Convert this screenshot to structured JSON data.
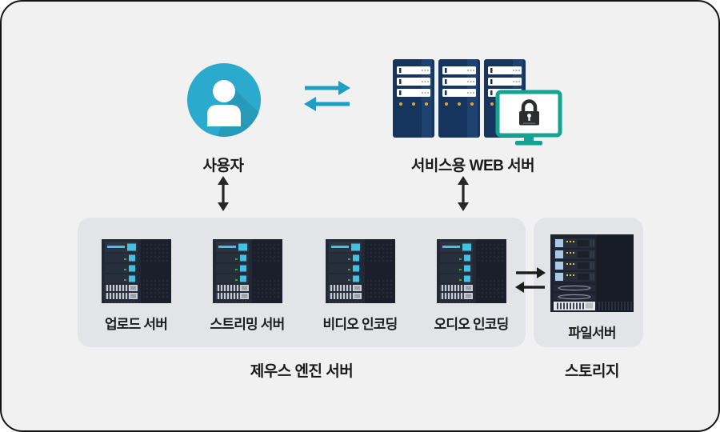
{
  "diagram": {
    "user": {
      "label": "사용자"
    },
    "web": {
      "label": "서비스용 WEB 서버"
    },
    "zeus": {
      "label": "제우스 엔진 서버",
      "servers": [
        {
          "label": "업로드 서버"
        },
        {
          "label": "스트리밍 서버"
        },
        {
          "label": "비디오 인코딩"
        },
        {
          "label": "오디오 인코딩"
        }
      ]
    },
    "storage": {
      "label": "스토리지",
      "file_server": {
        "label": "파일서버"
      }
    }
  },
  "colors": {
    "background": "#f1f1f2",
    "frame_border": "#141414",
    "group_box": "#e3e4e7",
    "accent_teal": "#2baacd",
    "teal_arrow": "#1f9ec4",
    "server_navy": "#16355e",
    "server_navy_light": "#1e4170",
    "rack_dark": "#222836",
    "rack_cyan": "#45bfe2",
    "monitor_teal": "#13a391",
    "lock_dark": "#2c2d2f",
    "warm_dot_orange": "#e8a23c",
    "arrow_dark": "#262626",
    "label_dark": "#1a1a1a"
  }
}
